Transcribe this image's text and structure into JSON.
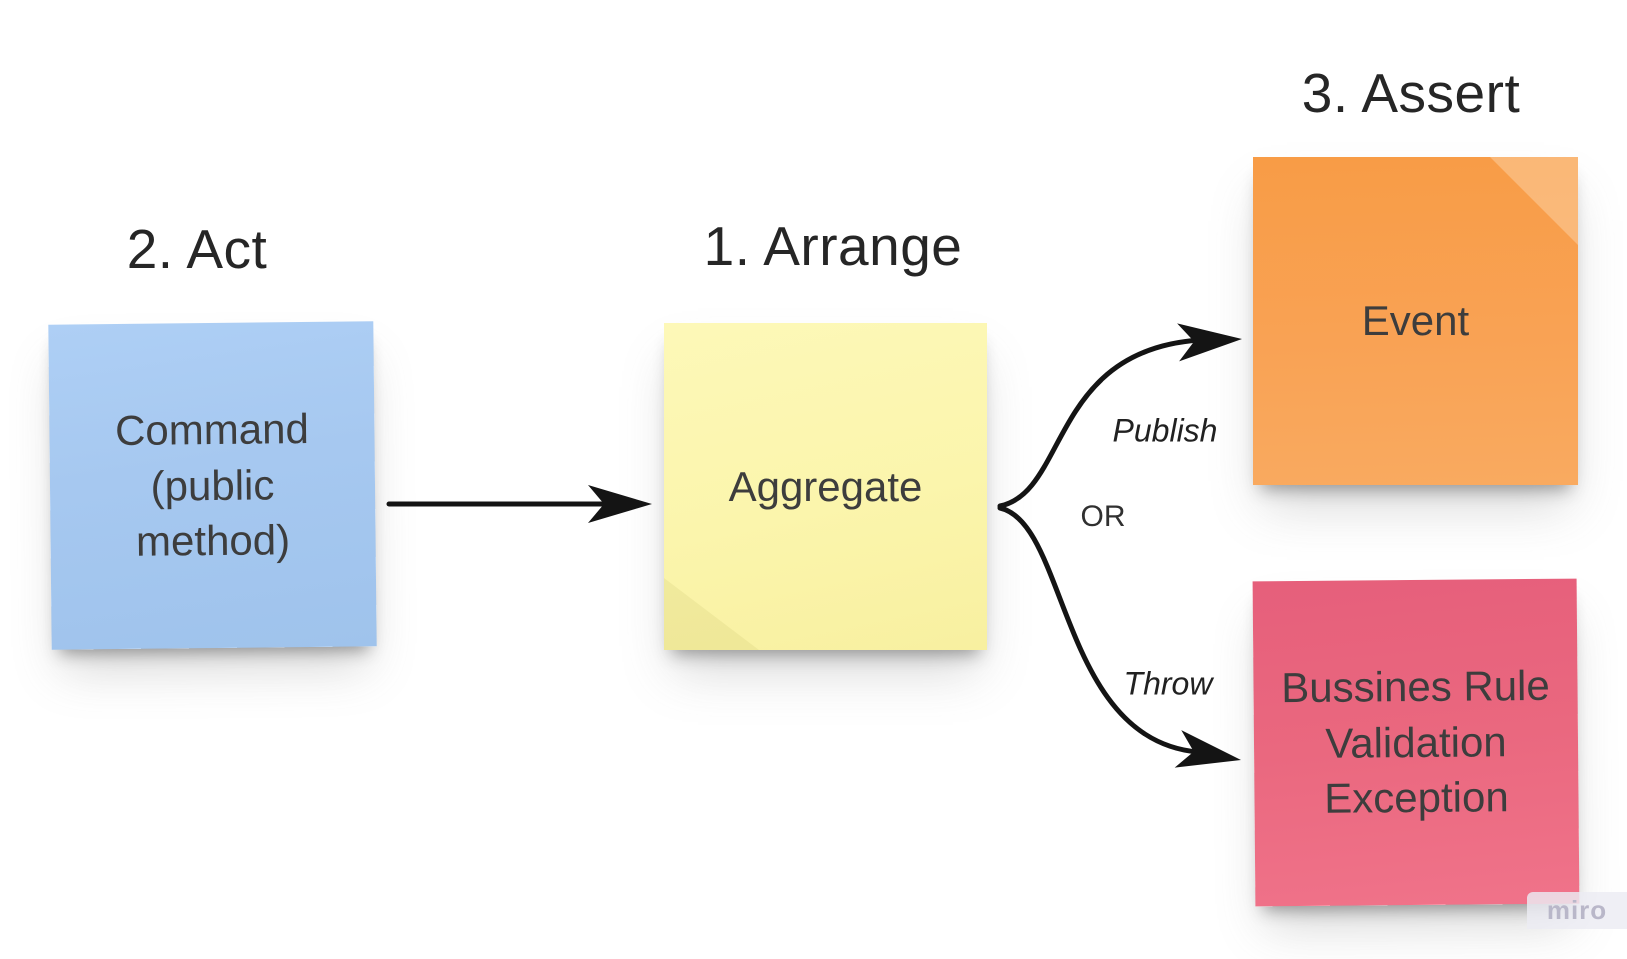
{
  "board": {
    "background_color": "#ffffff",
    "description": "Miro-style sticky note diagram of Arrange-Act-Assert aggregate testing flow"
  },
  "headings": {
    "act": {
      "label": "2. Act"
    },
    "arrange": {
      "label": "1. Arrange"
    },
    "assert": {
      "label": "3. Assert"
    }
  },
  "notes": {
    "command": {
      "text": "Command\n(public\nmethod)",
      "color": "#a6c8f0"
    },
    "aggregate": {
      "text": "Aggregate",
      "color": "#fbf5ac"
    },
    "event": {
      "text": "Event",
      "color": "#f9a254"
    },
    "exception": {
      "text": "Bussines Rule\nValidation\nException",
      "color": "#ea687f"
    }
  },
  "connectors": {
    "publish": {
      "label": "Publish"
    },
    "or": {
      "label": "OR"
    },
    "throw": {
      "label": "Throw"
    }
  },
  "colors": {
    "arrow": "#141414",
    "heading_text": "#262626",
    "note_text": "#3d3d3d",
    "watermark_text": "#b9b7c9"
  },
  "watermark": {
    "text": "miro"
  }
}
